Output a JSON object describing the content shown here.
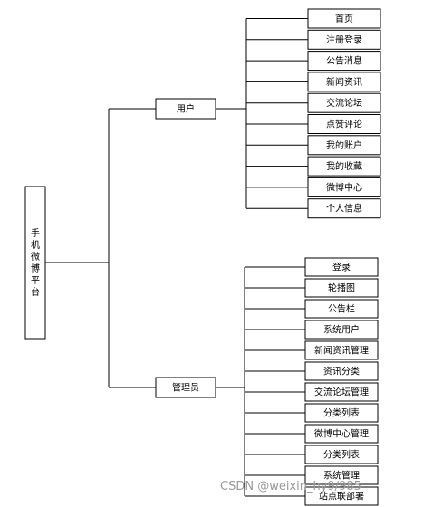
{
  "root": {
    "label": "手机微博平台"
  },
  "branches": [
    {
      "label": "用户",
      "children": [
        "首页",
        "注册登录",
        "公告消息",
        "新闻资讯",
        "交流论坛",
        "点赞评论",
        "我的账户",
        "我的收藏",
        "微博中心",
        "个人信息"
      ]
    },
    {
      "label": "管理员",
      "children": [
        "登录",
        "轮播图",
        "公告栏",
        "系统用户",
        "新闻资讯管理",
        "资讯分类",
        "交流论坛管理",
        "分类列表",
        "微博中心管理",
        "分类列表",
        "系统管理",
        "站点联部署"
      ]
    }
  ],
  "watermark": "CSDN @weixin_hy9/985"
}
